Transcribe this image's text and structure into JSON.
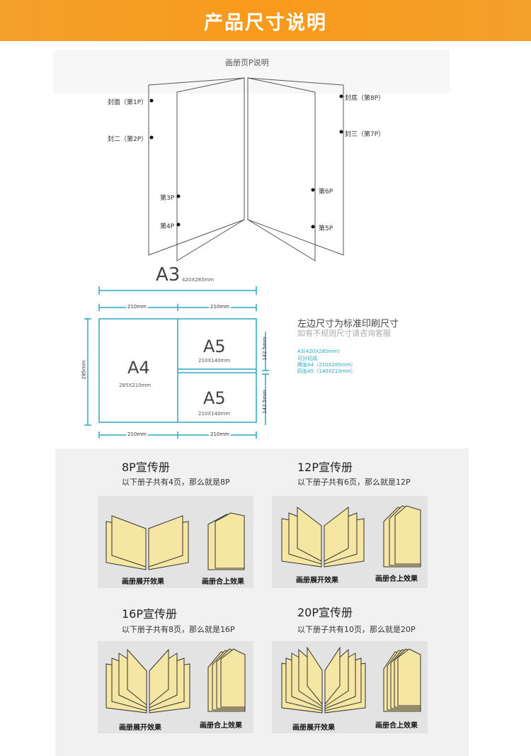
{
  "header": {
    "title": "产品尺寸说明"
  },
  "pages_diagram": {
    "title": "画册页P说明",
    "left_labels": [
      "封面（第1P）",
      "封二（第2P）",
      "第3P",
      "第4P"
    ],
    "right_labels": [
      "封底（第8P）",
      "封三（第7P）",
      "第6P",
      "第5P"
    ]
  },
  "size_diagram": {
    "a3_label": "A3",
    "a3_size": "420X285mm",
    "top_left_dim": "210mm",
    "top_right_dim": "210mm",
    "bottom_left_dim": "210mm",
    "bottom_right_dim": "210mm",
    "left_height": "285mm",
    "right_top_height": "142.5mm",
    "right_bottom_height": "142.5mm",
    "a4_label": "A4",
    "a4_size": "285X210mm",
    "a5_label": "A5",
    "a5_size": "210X140mm",
    "note_title": "左边尺寸为标准印刷尺寸",
    "note_sub": "如有不规则尺寸请咨询客服",
    "note_lines": [
      "A3(420X285mm)",
      "可分切成:",
      "两张A4（210X285mm）",
      "四张A5（140X210mm）"
    ]
  },
  "brochures": [
    {
      "title": "8P宣传册",
      "subtitle": "以下册子共有4页，那么就是8P",
      "open_label": "画册展开效果",
      "closed_label": "画册合上效果"
    },
    {
      "title": "12P宣传册",
      "subtitle": "以下册子共有6页，那么就是12P",
      "open_label": "画册展开效果",
      "closed_label": "画册合上效果"
    },
    {
      "title": "16P宣传册",
      "subtitle": "以下册子共有8页，那么就是16P",
      "open_label": "画册展开效果",
      "closed_label": "画册合上效果"
    },
    {
      "title": "20P宣传册",
      "subtitle": "以下册子共有10页，那么就是20P",
      "open_label": "画册展开效果",
      "closed_label": "画册合上效果"
    }
  ],
  "colors": {
    "banner": "#f89a1c",
    "accent": "#2aa8c4",
    "page_fill": "#f5e6a3"
  }
}
